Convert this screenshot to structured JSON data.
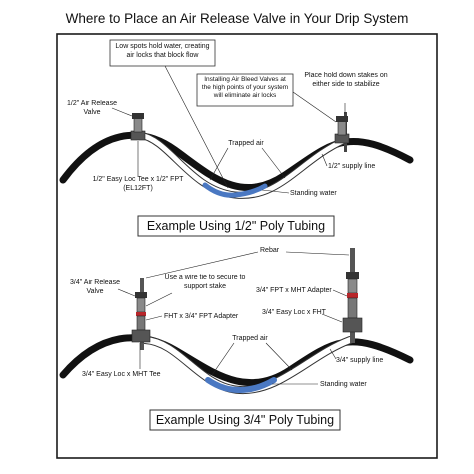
{
  "title": "Where to Place an Air Release Valve in Your Drip System",
  "colors": {
    "border": "#1a1a1a",
    "soil": "#111111",
    "tubing": "#ffffff",
    "water": "#4a78c2",
    "valve_metal": "#8a8a8a",
    "valve_red": "#b8262a"
  },
  "panel_half": {
    "callouts": {
      "low_spots": "Low spots hold water, creating air locks that block flow",
      "bleed_valves": "Installing Air Bleed Valves at the high points of your system will eliminate air locks"
    },
    "labels": {
      "air_release_valve": "1/2\" Air Release Valve",
      "stakes": "Place hold down stakes on either side to stabilize",
      "trapped_air": "Trapped air",
      "supply_line": "1/2\" supply line",
      "standing_water": "Standing water",
      "tee": "1/2\" Easy Loc Tee x 1/2\" FPT (EL12FT)"
    },
    "caption": "Example Using 1/2\" Poly Tubing"
  },
  "panel_three_quarter": {
    "labels": {
      "rebar": "Rebar",
      "air_release_valve": "3/4\" Air Release Valve",
      "wire_tie": "Use a wire tie to secure to support stake",
      "fht_adapter": "FHT x 3/4\" FPT Adapter",
      "fpt_adapter": "3/4\" FPT x MHT Adapter",
      "easy_loc_fht": "3/4\" Easy Loc x FHT",
      "trapped_air": "Trapped air",
      "supply_line": "3/4\" supply line",
      "tee": "3/4\" Easy Loc  x MHT Tee",
      "standing_water": "Standing water"
    },
    "caption": "Example Using 3/4\" Poly Tubing"
  }
}
